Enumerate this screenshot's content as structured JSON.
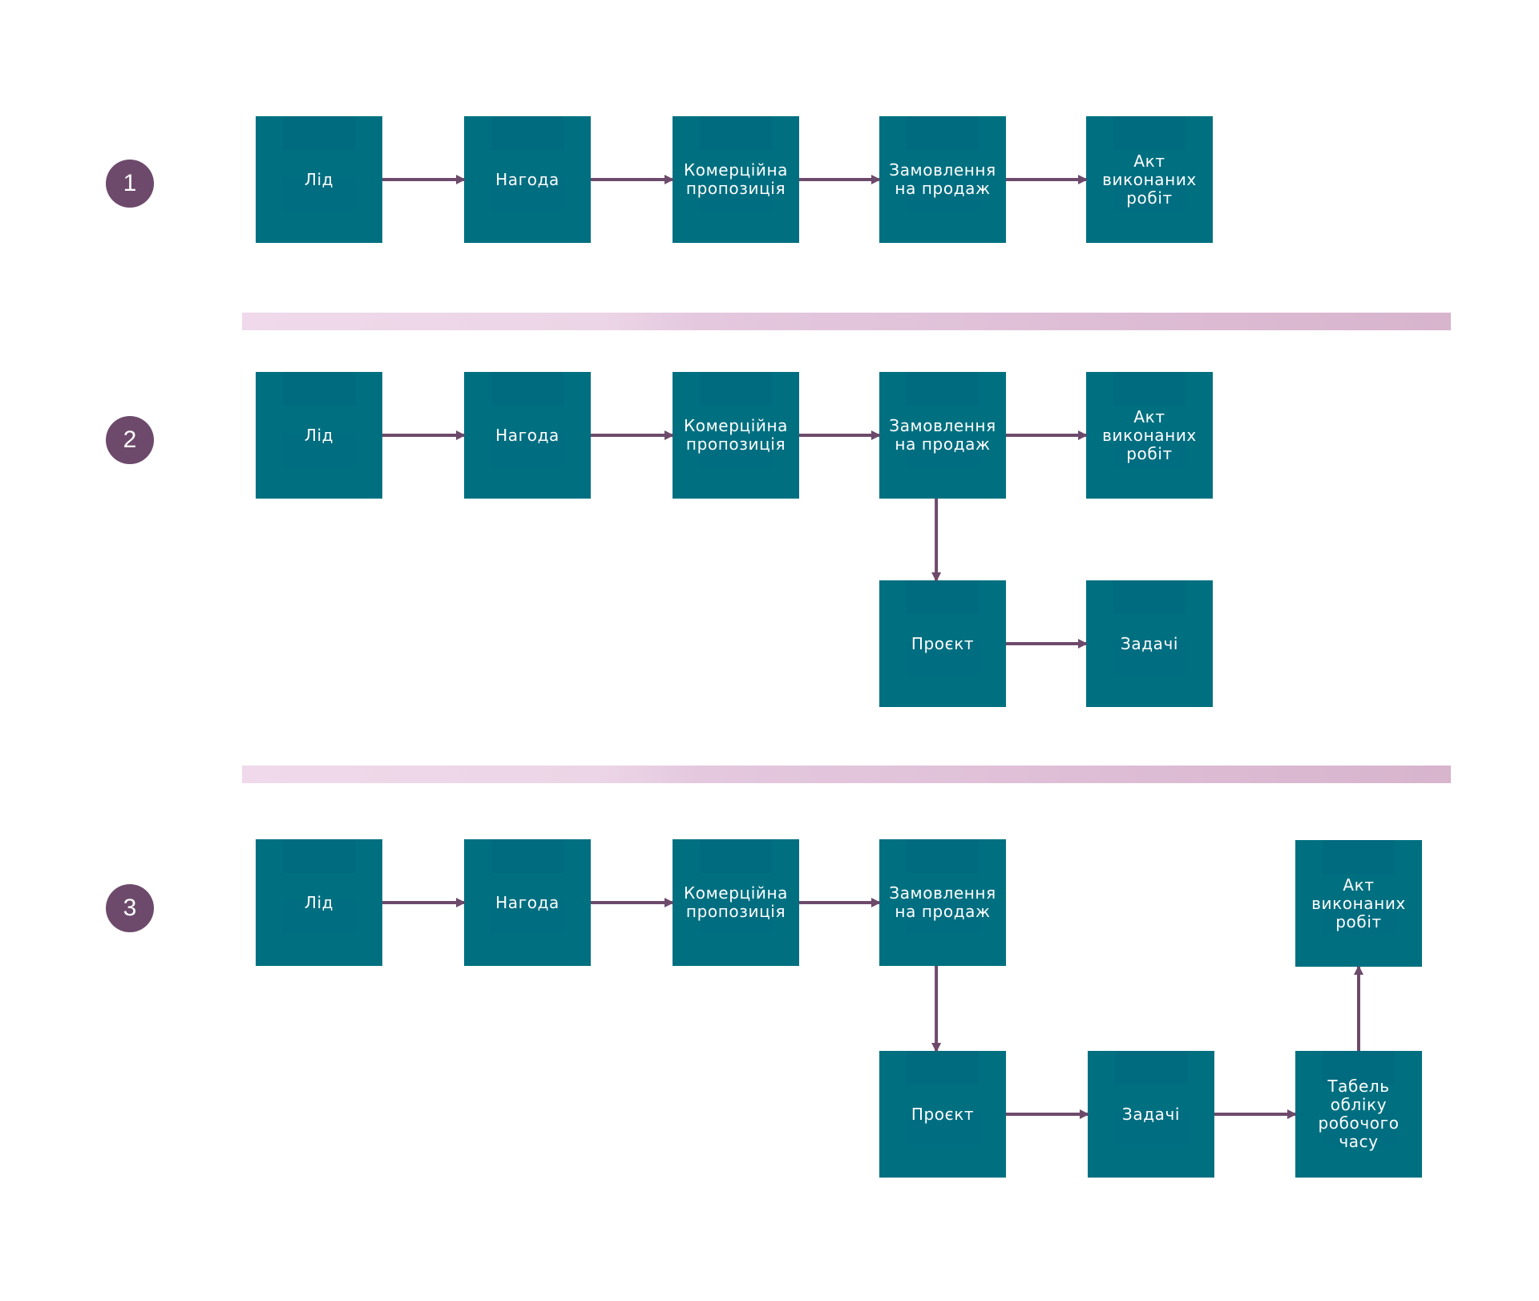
{
  "colors": {
    "node_fill": "#007081",
    "arrow": "#6d4a6b",
    "badge": "#6d4a6b",
    "separator": "#e1c3da",
    "text": "#ffffff"
  },
  "badges": [
    "1",
    "2",
    "3"
  ],
  "flows": [
    {
      "nodes": [
        {
          "id": "f1-lid",
          "label": "Лід"
        },
        {
          "id": "f1-nahoda",
          "label": "Нагода"
        },
        {
          "id": "f1-kp",
          "label": "Комерційна\nпропозиція"
        },
        {
          "id": "f1-order",
          "label": "Замовлення\nна продаж"
        },
        {
          "id": "f1-act",
          "label": "Акт\nвиконаних\nробіт"
        }
      ],
      "edges": [
        [
          "f1-lid",
          "f1-nahoda"
        ],
        [
          "f1-nahoda",
          "f1-kp"
        ],
        [
          "f1-kp",
          "f1-order"
        ],
        [
          "f1-order",
          "f1-act"
        ]
      ]
    },
    {
      "nodes": [
        {
          "id": "f2-lid",
          "label": "Лід"
        },
        {
          "id": "f2-nahoda",
          "label": "Нагода"
        },
        {
          "id": "f2-kp",
          "label": "Комерційна\nпропозиція"
        },
        {
          "id": "f2-order",
          "label": "Замовлення\nна продаж"
        },
        {
          "id": "f2-act",
          "label": "Акт\nвиконаних\nробіт"
        },
        {
          "id": "f2-project",
          "label": "Проєкт"
        },
        {
          "id": "f2-tasks",
          "label": "Задачі"
        }
      ],
      "edges": [
        [
          "f2-lid",
          "f2-nahoda"
        ],
        [
          "f2-nahoda",
          "f2-kp"
        ],
        [
          "f2-kp",
          "f2-order"
        ],
        [
          "f2-order",
          "f2-act"
        ],
        [
          "f2-order",
          "f2-project"
        ],
        [
          "f2-project",
          "f2-tasks"
        ]
      ]
    },
    {
      "nodes": [
        {
          "id": "f3-lid",
          "label": "Лід"
        },
        {
          "id": "f3-nahoda",
          "label": "Нагода"
        },
        {
          "id": "f3-kp",
          "label": "Комерційна\nпропозиція"
        },
        {
          "id": "f3-order",
          "label": "Замовлення\nна продаж"
        },
        {
          "id": "f3-act",
          "label": "Акт\nвиконаних\nробіт"
        },
        {
          "id": "f3-project",
          "label": "Проєкт"
        },
        {
          "id": "f3-tasks",
          "label": "Задачі"
        },
        {
          "id": "f3-timesheet",
          "label": "Табель\nобліку\nробочого\nчасу"
        }
      ],
      "edges": [
        [
          "f3-lid",
          "f3-nahoda"
        ],
        [
          "f3-nahoda",
          "f3-kp"
        ],
        [
          "f3-kp",
          "f3-order"
        ],
        [
          "f3-order",
          "f3-project"
        ],
        [
          "f3-project",
          "f3-tasks"
        ],
        [
          "f3-tasks",
          "f3-timesheet"
        ],
        [
          "f3-timesheet",
          "f3-act"
        ]
      ]
    }
  ]
}
